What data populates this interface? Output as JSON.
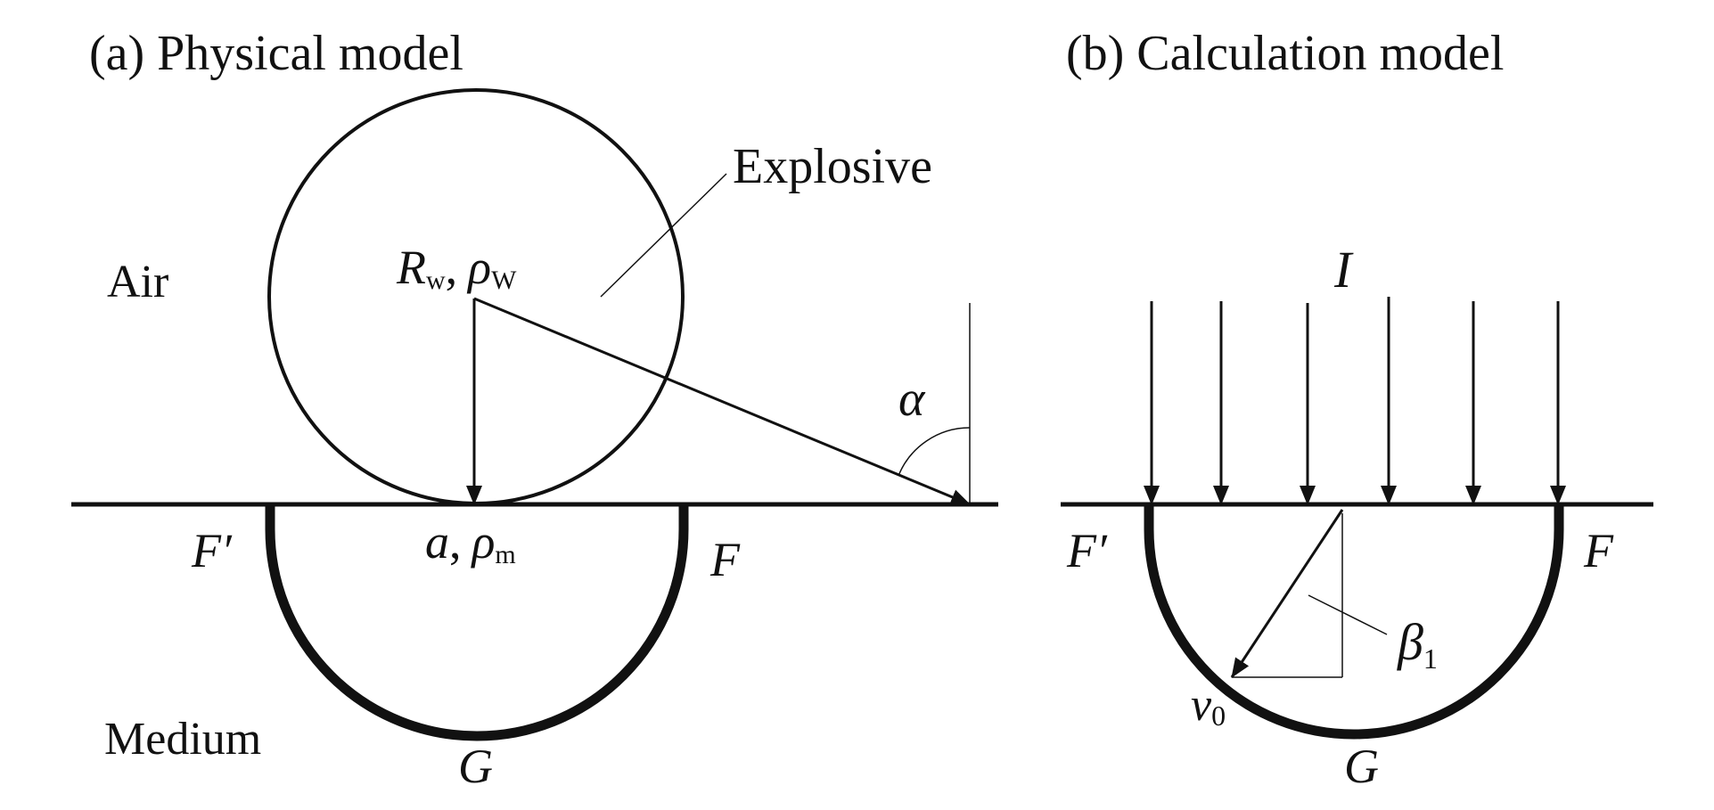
{
  "panel_a": {
    "title": "(a) Physical model",
    "label_explosive": "Explosive",
    "label_air": "Air",
    "label_medium": "Medium",
    "label_R": "R",
    "label_R_sub": "w",
    "label_rho_w": "ρ",
    "label_rho_w_sub": "W",
    "label_a": "a",
    "label_rho_m": "ρ",
    "label_rho_m_sub": "m",
    "label_alpha": "α",
    "label_F_prime": "F′",
    "label_F": "F",
    "label_G": "G",
    "comma": ","
  },
  "panel_b": {
    "title": "(b) Calculation model",
    "label_I": "I",
    "label_beta": "β",
    "label_beta_sub": "1",
    "label_v": "v",
    "label_v_sub": "0",
    "label_F_prime": "F′",
    "label_F": "F",
    "label_G": "G"
  },
  "colors": {
    "ink": "#111111",
    "background": "#ffffff"
  }
}
